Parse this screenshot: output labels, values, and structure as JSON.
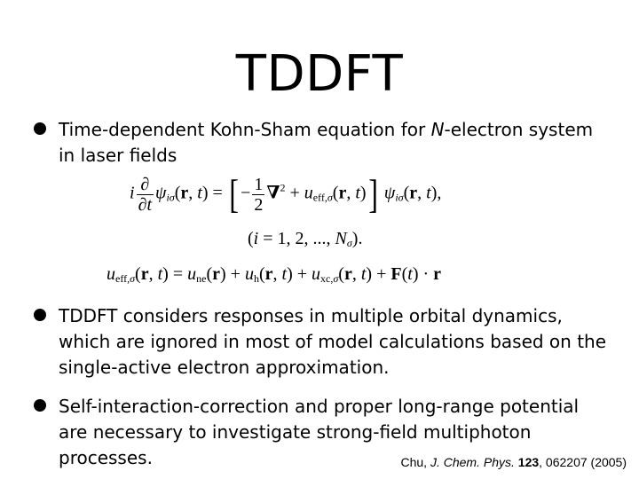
{
  "slide": {
    "title": "TDDFT",
    "bullets": [
      {
        "line1_a": "Time-dependent Kohn-Sham equation for ",
        "line1_n": "N",
        "line1_b": "-electron system",
        "line2": "in laser fields"
      },
      {
        "lines": [
          "TDDFT considers responses in multiple orbital dynamics,",
          "which are ignored in most of model calculations based on the",
          "single-active electron approximation."
        ]
      },
      {
        "lines": [
          "Self-interaction-correction and proper long-range potential",
          "are necessary to investigate strong-field multiphoton",
          "processes."
        ]
      }
    ],
    "citation": {
      "author": "Chu, ",
      "journal": "J. Chem. Phys.",
      "volume": "123",
      "rest": ", 062207 (2005)"
    }
  }
}
